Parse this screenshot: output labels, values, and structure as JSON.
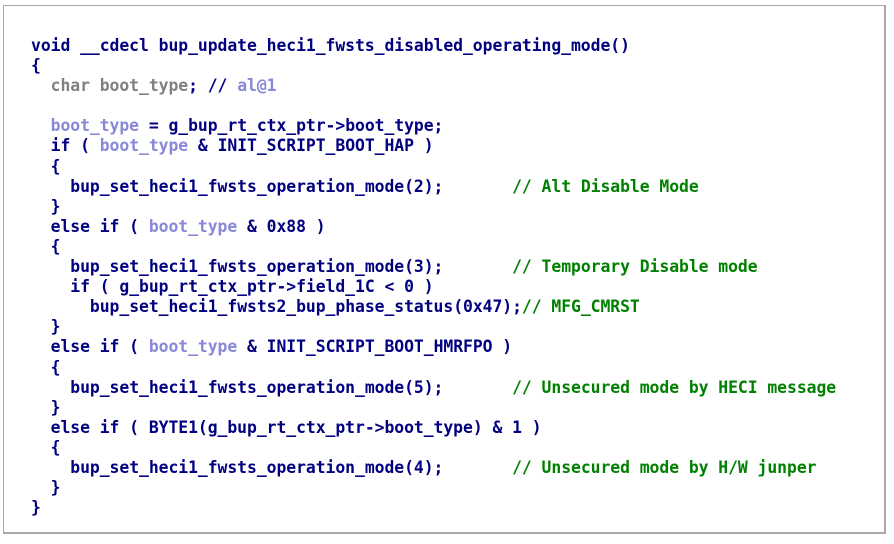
{
  "code_view": {
    "colors": {
      "code": "#000080",
      "local_var": "#8888d8",
      "declaration": "#808080",
      "comment": "#008000",
      "border": "#a8a8a8"
    },
    "lines": [
      {
        "indent": "",
        "tokens": [
          {
            "t": "void __cdecl bup_update_heci1_fwsts_disabled_operating_mode()",
            "k": "code"
          }
        ]
      },
      {
        "indent": "",
        "tokens": [
          {
            "t": "{",
            "k": "code"
          }
        ]
      },
      {
        "indent": "  ",
        "tokens": [
          {
            "t": "char boot_type",
            "k": "decl"
          },
          {
            "t": "; //",
            "k": "code"
          },
          {
            "t": " al@1",
            "k": "var"
          }
        ]
      },
      {
        "indent": "",
        "tokens": []
      },
      {
        "indent": "  ",
        "tokens": [
          {
            "t": "boot_type",
            "k": "var"
          },
          {
            "t": " = g_bup_rt_ctx_ptr->boot_type;",
            "k": "code"
          }
        ]
      },
      {
        "indent": "  ",
        "tokens": [
          {
            "t": "if ( ",
            "k": "code"
          },
          {
            "t": "boot_type",
            "k": "var"
          },
          {
            "t": " & INIT_SCRIPT_BOOT_HAP )",
            "k": "code"
          }
        ]
      },
      {
        "indent": "  ",
        "tokens": [
          {
            "t": "{",
            "k": "code"
          }
        ]
      },
      {
        "indent": "    ",
        "tokens": [
          {
            "t": "bup_set_heci1_fwsts_operation_mode(2);",
            "k": "code"
          },
          {
            "t": "       // Alt Disable Mode",
            "k": "cmt"
          }
        ]
      },
      {
        "indent": "  ",
        "tokens": [
          {
            "t": "}",
            "k": "code"
          }
        ]
      },
      {
        "indent": "  ",
        "tokens": [
          {
            "t": "else if ( ",
            "k": "code"
          },
          {
            "t": "boot_type",
            "k": "var"
          },
          {
            "t": " & 0x88 )",
            "k": "code"
          }
        ]
      },
      {
        "indent": "  ",
        "tokens": [
          {
            "t": "{",
            "k": "code"
          }
        ]
      },
      {
        "indent": "    ",
        "tokens": [
          {
            "t": "bup_set_heci1_fwsts_operation_mode(3);",
            "k": "code"
          },
          {
            "t": "       // Temporary Disable mode",
            "k": "cmt"
          }
        ]
      },
      {
        "indent": "    ",
        "tokens": [
          {
            "t": "if ( g_bup_rt_ctx_ptr->field_1C < 0 )",
            "k": "code"
          }
        ]
      },
      {
        "indent": "      ",
        "tokens": [
          {
            "t": "bup_set_heci1_fwsts2_bup_phase_status(0x47);",
            "k": "code"
          },
          {
            "t": "// MFG_CMRST",
            "k": "cmt"
          }
        ]
      },
      {
        "indent": "  ",
        "tokens": [
          {
            "t": "}",
            "k": "code"
          }
        ]
      },
      {
        "indent": "  ",
        "tokens": [
          {
            "t": "else if ( ",
            "k": "code"
          },
          {
            "t": "boot_type",
            "k": "var"
          },
          {
            "t": " & INIT_SCRIPT_BOOT_HMRFPO )",
            "k": "code"
          }
        ]
      },
      {
        "indent": "  ",
        "tokens": [
          {
            "t": "{",
            "k": "code"
          }
        ]
      },
      {
        "indent": "    ",
        "tokens": [
          {
            "t": "bup_set_heci1_fwsts_operation_mode(5);",
            "k": "code"
          },
          {
            "t": "       // Unsecured mode by HECI message",
            "k": "cmt"
          }
        ]
      },
      {
        "indent": "  ",
        "tokens": [
          {
            "t": "}",
            "k": "code"
          }
        ]
      },
      {
        "indent": "  ",
        "tokens": [
          {
            "t": "else if ( BYTE1(g_bup_rt_ctx_ptr->boot_type) & 1 )",
            "k": "code"
          }
        ]
      },
      {
        "indent": "  ",
        "tokens": [
          {
            "t": "{",
            "k": "code"
          }
        ]
      },
      {
        "indent": "    ",
        "tokens": [
          {
            "t": "bup_set_heci1_fwsts_operation_mode(4);",
            "k": "code"
          },
          {
            "t": "       // Unsecured mode by H/W junper",
            "k": "cmt"
          }
        ]
      },
      {
        "indent": "  ",
        "tokens": [
          {
            "t": "}",
            "k": "code"
          }
        ]
      },
      {
        "indent": "",
        "tokens": [
          {
            "t": "}",
            "k": "code"
          }
        ]
      }
    ]
  }
}
